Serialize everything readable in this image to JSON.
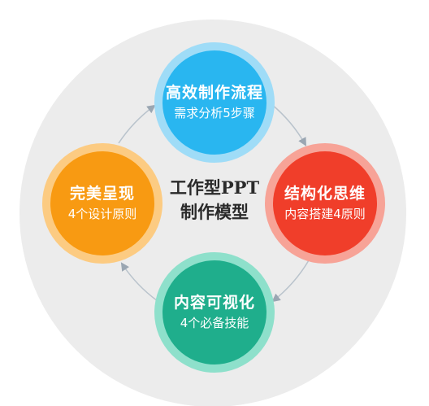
{
  "center": {
    "line1": "工作型PPT",
    "line2": "制作模型"
  },
  "nodes": {
    "top": {
      "title": "高效制作流程",
      "subtitle": "需求分析5步骤",
      "fill": "#29b6f0",
      "ring": "#9fdcf7"
    },
    "right": {
      "title": "结构化思维",
      "subtitle": "内容搭建4原则",
      "fill": "#f03e2a",
      "ring": "#f7a397"
    },
    "bottom": {
      "title": "内容可视化",
      "subtitle": "4个必备技能",
      "fill": "#1fae8c",
      "ring": "#8ee0cb"
    },
    "left": {
      "title": "完美呈现",
      "subtitle": "4个设计原则",
      "fill": "#f89a12",
      "ring": "#fccb82"
    }
  },
  "colors": {
    "background_circle": "#ececec",
    "connector": "#b9c3cc",
    "arrowhead": "#9aa6b2"
  }
}
